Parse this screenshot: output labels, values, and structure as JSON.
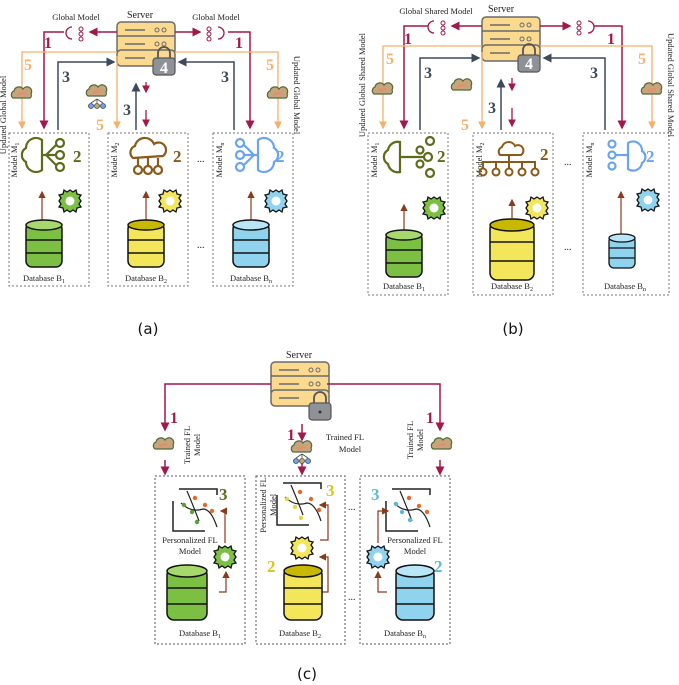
{
  "colors": {
    "step1": "#a3174b",
    "step3": "#3d4a5c",
    "step5": "#f5b06a",
    "server_fill": "#fbd98e",
    "server_stroke": "#6b6b6b",
    "lock": "#8e9297",
    "olive": "#5e6b1a",
    "brown": "#8a5a1a",
    "blue": "#6aa4f0",
    "cyan": "#5ab8d8",
    "yellow_num": "#d4c81a",
    "green_db": "#7cc043",
    "yellow_db": "#f3e65a",
    "blue_db": "#8fd3ef",
    "arrow_brown": "#8b3a1a"
  },
  "panels": {
    "a": {
      "caption": "(a)",
      "server": "Server",
      "left_top_label": "Global Model",
      "right_top_label": "Global Model",
      "left_side_label": "Updated Global Model",
      "right_side_label": "Updated Global Model",
      "steps": {
        "s1": "1",
        "s2": "2",
        "s3": "3",
        "s4": "4",
        "s5": "5"
      },
      "models": [
        "Model M",
        "Model M",
        "Model M"
      ],
      "model_subs": [
        "1",
        "2",
        "n"
      ],
      "databases": [
        "Database B",
        "Database B",
        "Database B"
      ],
      "db_subs": [
        "1",
        "2",
        "n"
      ],
      "ellipsis": "..."
    },
    "b": {
      "caption": "(b)",
      "server": "Server",
      "left_top_label": "Global Shared Model",
      "left_side_label": "Updated Global Shared Model",
      "right_side_label": "Updated Global Shared Model",
      "steps": {
        "s1": "1",
        "s2": "2",
        "s3": "3",
        "s4": "4",
        "s5": "5"
      },
      "models": [
        "Model M",
        "Model M",
        "Model M"
      ],
      "model_subs": [
        "1",
        "2",
        "n"
      ],
      "databases": [
        "Database B",
        "Database B",
        "Database B"
      ],
      "db_subs": [
        "1",
        "2",
        "n"
      ],
      "ellipsis": "..."
    },
    "c": {
      "caption": "(c)",
      "server": "Server",
      "trained_label_l1": "Trained FL",
      "trained_label_l2": "Model",
      "personalized_l1": "Personalized FL",
      "personalized_l2": "Model",
      "steps": {
        "s1": "1",
        "s2": "2",
        "s3": "3"
      },
      "databases": [
        "Database B",
        "Database B",
        "Database B"
      ],
      "db_subs": [
        "1",
        "2",
        "n"
      ],
      "ellipsis": "..."
    }
  }
}
